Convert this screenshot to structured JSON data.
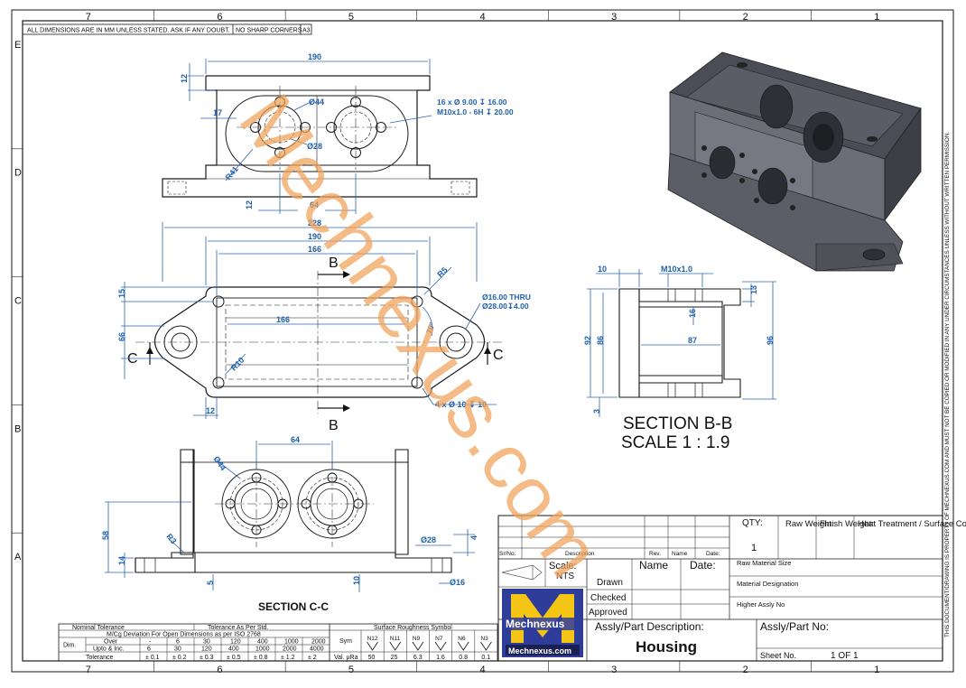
{
  "sheet": {
    "zone_cols": [
      "7",
      "6",
      "5",
      "4",
      "3",
      "2",
      "1"
    ],
    "zone_rows": [
      "E",
      "D",
      "C",
      "B",
      "A"
    ],
    "general_note": "ALL DIMENSIONS ARE IN MM UNLESS STATED. ASK IF ANY DOUBT.",
    "corner_note": "NO SHARP CORNERS",
    "sheet_size": "A3",
    "side_notice": "THIS DOCUMENT/DRAWING IS PROPERTY OF MECHNEXUS.COM AND MUST NOT BE COPIED OR MODIFIED IN ANY UNDER CIRCUMSTANCES UNLESS WITHOUT WRITTEN PERMISSION.",
    "watermark": "Mechnexus.com"
  },
  "top_view": {
    "d190": "190",
    "d12_top": "12",
    "d17": "17",
    "d44": "Ø44",
    "d28": "Ø28",
    "r41": "R41",
    "d12_bot": "12",
    "d64": "64",
    "hole_note_1": "16 x Ø 9.00 ↧ 16.00",
    "hole_note_2": "M10x1.0 - 6H ↧ 20.00"
  },
  "front_view": {
    "d228": "228",
    "d190": "190",
    "d166_top": "166",
    "d166_mid": "166",
    "d15": "15",
    "d66": "66",
    "r5": "R5",
    "r10": "R10",
    "angle": "70°",
    "d12": "12",
    "thru_note_1": "Ø16.00 THRU",
    "thru_note_2": "Ø28.00↧4.00",
    "hole_note": "4 x Ø 10 ↧ 10",
    "cut_b": "B",
    "cut_c": "C"
  },
  "section_bb": {
    "d10": "10",
    "d_m10": "M10x1.0",
    "d13": "13",
    "d16": "16",
    "d92": "92",
    "d86": "86",
    "d87": "87",
    "d96": "96",
    "d3": "3",
    "title": "SECTION B-B",
    "scale": "SCALE 1 : 1.9"
  },
  "section_cc": {
    "d64": "64",
    "d44": "Ø44",
    "r3": "R3",
    "d58": "58",
    "d14": "14",
    "d5": "5",
    "d10": "10",
    "d28": "Ø28",
    "d4": "4",
    "d16": "Ø16",
    "title": "SECTION C-C"
  },
  "tolerance_table": {
    "nominal": "Nominal Tolerance",
    "per_std": "Tolerance As Per Std.",
    "deviation": "M/Cg Deviation For Open Dimensions as per ISO 2768",
    "dim": "Dim.",
    "over": "Over",
    "upto": "Upto & Inc.",
    "tolerance": "Tolerance",
    "over_vals": [
      "-",
      "6",
      "30",
      "120",
      "400",
      "1000",
      "2000"
    ],
    "upto_vals": [
      "6",
      "30",
      "120",
      "400",
      "1000",
      "2000",
      "4000"
    ],
    "tol_vals": [
      "± 0.1",
      "± 0.2",
      "± 0.3",
      "± 0.5",
      "± 0.8",
      "± 1.2",
      "± 2"
    ],
    "roughness_title": "Surface Roughness Symbol",
    "sym": "Sym",
    "val": "Val. µRa",
    "grades": [
      "N12",
      "N11",
      "N9",
      "N7",
      "N6",
      "N3"
    ],
    "ra_vals": [
      "50",
      "25",
      "6.3",
      "1.6",
      "0.8",
      "0.1"
    ]
  },
  "title_block": {
    "qty_label": "QTY:",
    "qty": "1",
    "raw_weight": "Raw Weight:",
    "finish_weight": "Finish Weight:",
    "heat_treatment": "Heat Treatment / Surface Coating",
    "sr_no": "Sr/No.",
    "description": "Description",
    "rev": "Rev.",
    "name_col": "Name",
    "date_col": "Date:",
    "scale_label": "Scale:",
    "scale": "NTS",
    "name": "Name",
    "date": "Date:",
    "raw_material_size": "Raw Material Size",
    "drawn": "Drawn",
    "checked": "Checked",
    "approved": "Approved",
    "material_designation": "Material Designation",
    "higher_assly": "Higher Assly No",
    "logo_text": "Mechnexus",
    "logo_url": "Mechnexus.com",
    "part_desc_label": "Assly/Part Description:",
    "part_no_label": "Assly/Part No:",
    "part_name": "Housing",
    "sheet_label": "Sheet No.",
    "sheet_no": "1 OF 1"
  }
}
